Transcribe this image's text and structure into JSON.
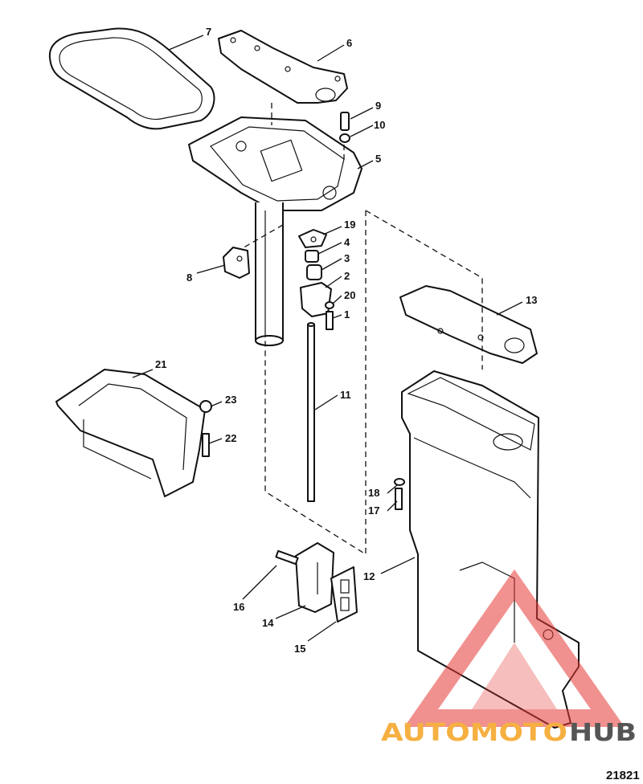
{
  "diagram": {
    "callouts": {
      "c1": "1",
      "c2": "2",
      "c3": "3",
      "c4": "4",
      "c5": "5",
      "c6": "6",
      "c7": "7",
      "c8": "8",
      "c9": "9",
      "c10": "10",
      "c11": "11",
      "c12": "12",
      "c13": "13",
      "c14": "14",
      "c15": "15",
      "c16": "16",
      "c17": "17",
      "c18": "18",
      "c19": "19",
      "c20": "20",
      "c21": "21",
      "c22": "22",
      "c23": "23"
    },
    "reference_number": "21821"
  },
  "watermark": {
    "word_part1": "AUTOMOTO",
    "word_part2": "HUB",
    "color_part1": "#f5b041",
    "color_part2": "#555555",
    "logo_color": "#e53935"
  }
}
